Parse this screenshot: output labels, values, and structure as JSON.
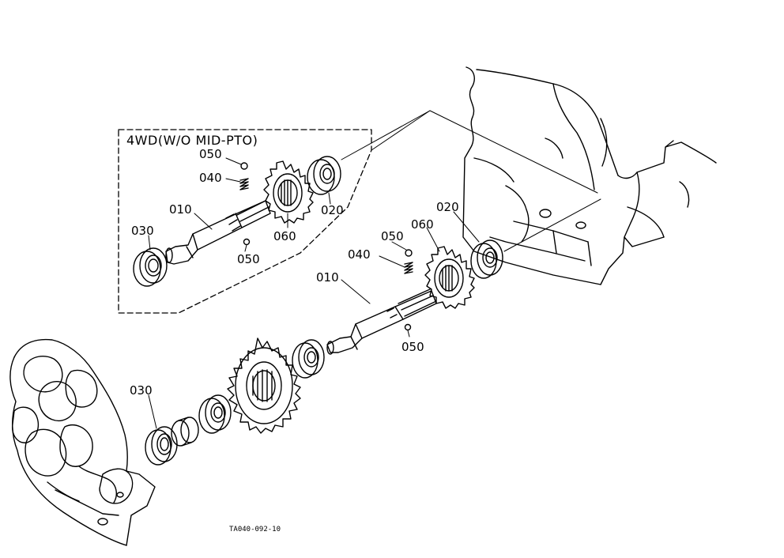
{
  "inset": {
    "title": "4WD(W/O MID-PTO)"
  },
  "labels": {
    "inset_050_top": "050",
    "inset_040": "040",
    "inset_010": "010",
    "inset_030": "030",
    "inset_050_bottom": "050",
    "inset_060": "060",
    "inset_020": "020",
    "main_050_top": "050",
    "main_060": "060",
    "main_020": "020",
    "main_040": "040",
    "main_010": "010",
    "main_050_bottom": "050",
    "main_030": "030"
  },
  "figure_code": "TA040-092-10"
}
